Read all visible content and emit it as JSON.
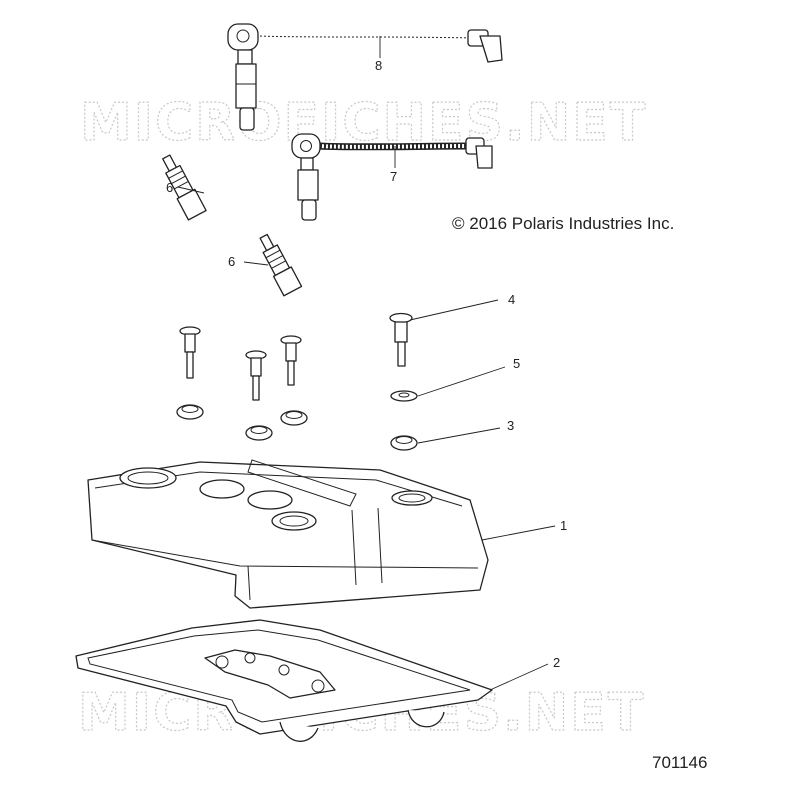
{
  "copyright": "© 2016 Polaris Industries Inc.",
  "figure_number": "701146",
  "watermark": "MICROFICHES.NET",
  "callouts": [
    "1",
    "2",
    "3",
    "4",
    "5",
    "6",
    "6",
    "7",
    "8"
  ],
  "colors": {
    "line": "#222222",
    "watermark": "#c8c8c8",
    "background": "#ffffff"
  }
}
